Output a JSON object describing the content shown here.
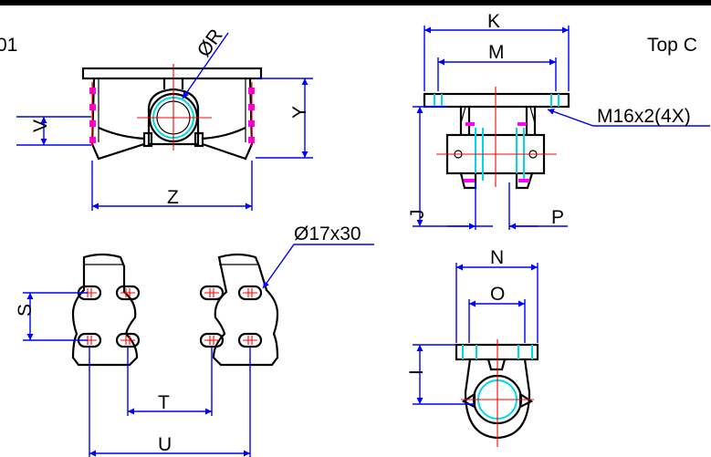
{
  "drawing": {
    "code_fragment": "01",
    "title_fragment": "Top C",
    "colors": {
      "dimension": "#0000ff",
      "outline": "#000000",
      "centerline": "#ff0000",
      "bore": "#00d8e8",
      "fastener": "#ff00ff",
      "frame": "#000000"
    },
    "labels": {
      "R": "ØR",
      "V": "V",
      "Y": "Y",
      "Z": "Z",
      "K": "K",
      "M": "M",
      "thread": "M16x2(4X)",
      "J": "J",
      "P": "P",
      "slot": "Ø17x30",
      "S": "S",
      "T": "T",
      "U": "U",
      "N": "N",
      "O": "O",
      "I": "I"
    }
  }
}
